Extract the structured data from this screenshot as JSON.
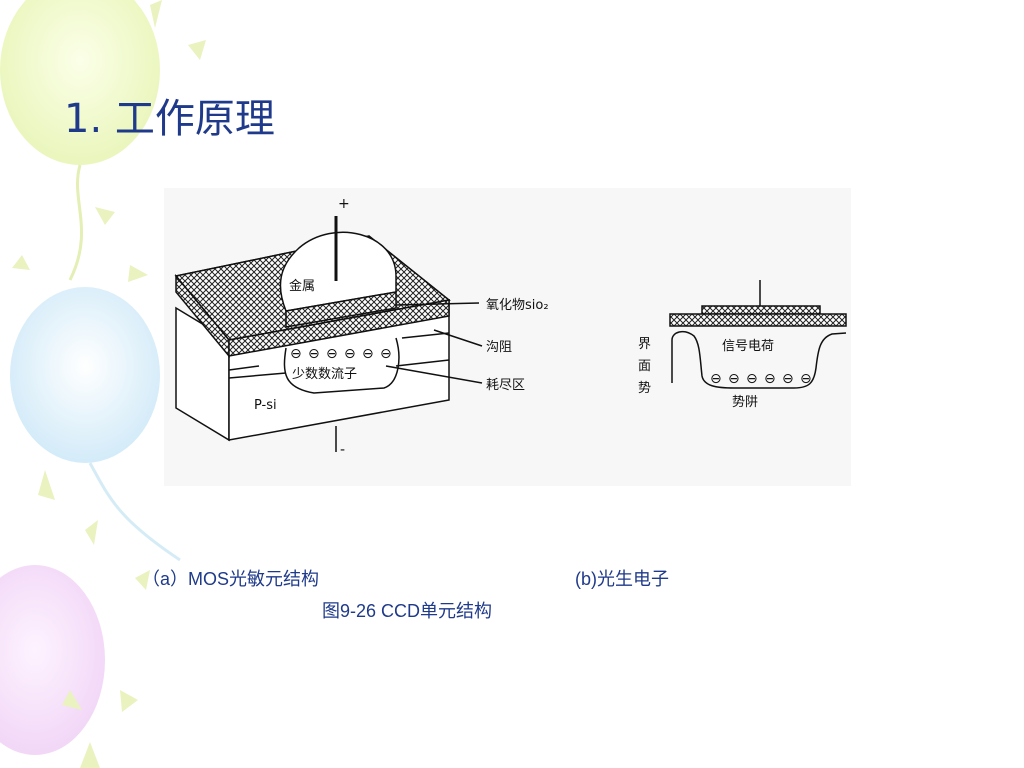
{
  "slide": {
    "title": "1. 工作原理"
  },
  "diagram_left": {
    "plus_sign": "+",
    "minus_sign": "-",
    "metal_label": "金属",
    "oxide_label": "氧化物sio₂",
    "channel_stop_label": "沟阻",
    "carriers_label": "少数数流子",
    "depletion_label": "耗尽区",
    "substrate_label": "P-si",
    "electron_symbol": "⊖"
  },
  "diagram_right": {
    "interface_potential_label": [
      "界",
      "面",
      "势"
    ],
    "signal_charge_label": "信号电荷",
    "potential_well_label": "势阱",
    "electron_symbol": "⊖"
  },
  "caption": {
    "part_a": "（a）MOS光敏元结构",
    "part_b": "(b)光生电子",
    "figure_title": "图9-26  CCD单元结构"
  },
  "theme": {
    "title_color": "#1f3a8a",
    "caption_color": "#1f3a8a",
    "ink_color": "#111111",
    "figure_bg": "#f7f7f7"
  }
}
